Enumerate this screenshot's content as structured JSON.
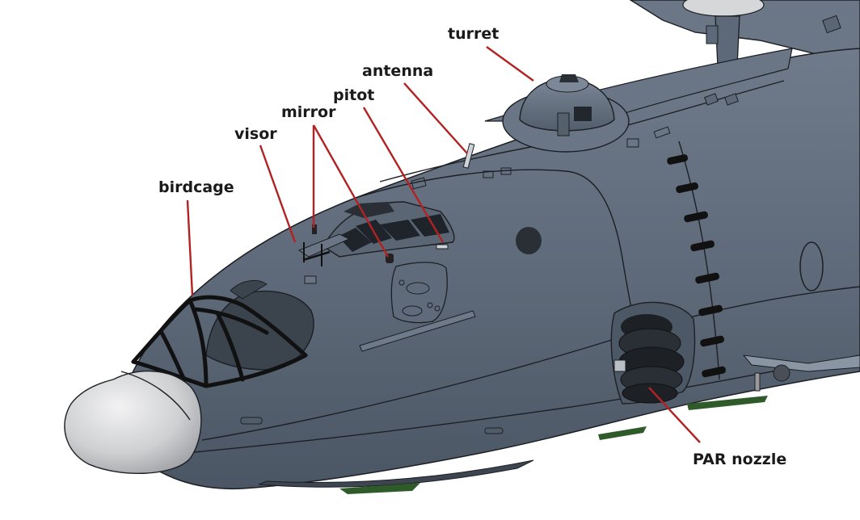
{
  "labels": {
    "turret": "turret",
    "antenna": "antenna",
    "pitot": "pitot",
    "mirror": "mirror",
    "visor": "visor",
    "birdcage": "birdcage",
    "par_nozzle": "PAR nozzle"
  },
  "colors": {
    "hull": "#5d6978",
    "hull_dark": "#4a5563",
    "hull_light": "#6d7988",
    "radome": "#cfd0d2",
    "leader": "#b22222",
    "keel_green": "#2f5a2a"
  }
}
